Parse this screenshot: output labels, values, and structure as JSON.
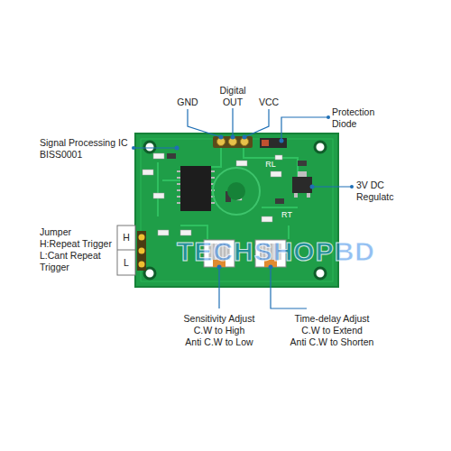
{
  "diagram": {
    "labels": [
      "GND",
      "Digital",
      "OUT",
      "VCC",
      "Protection",
      "Diode",
      "Signal Processing IC",
      "BISS0001",
      "3V DC",
      "Regulatc",
      "Jumper",
      "H:Repeat Trigger",
      "L:Cant Repeat",
      "Trigger",
      "H",
      "L",
      "RL",
      "RT",
      "Sensitivity Adjust",
      "C.W to High",
      "Anti C.W to Low",
      "Time-delay Adjust",
      "C.W to Extend",
      "Anti C.W to Shorten",
      "TECHSHOPBD"
    ]
  }
}
